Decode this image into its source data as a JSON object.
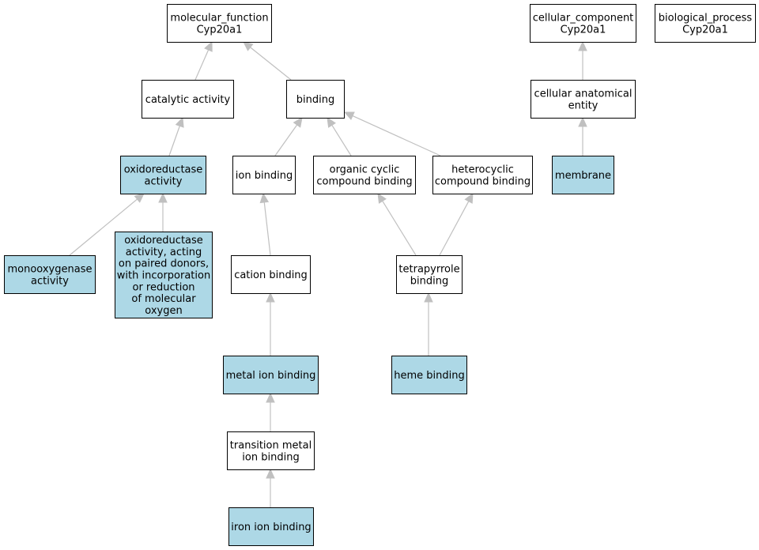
{
  "colors": {
    "highlight": "#add8e6",
    "plain": "#ffffff",
    "edge": "#c0c0c0",
    "border": "#000000"
  },
  "nodes": [
    {
      "id": "molecular_function",
      "lines": [
        "molecular_function",
        "Cyp20a1"
      ],
      "highlight": false
    },
    {
      "id": "cellular_component",
      "lines": [
        "cellular_component",
        "Cyp20a1"
      ],
      "highlight": false
    },
    {
      "id": "biological_process",
      "lines": [
        "biological_process",
        "Cyp20a1"
      ],
      "highlight": false
    },
    {
      "id": "catalytic_activity",
      "lines": [
        "catalytic activity"
      ],
      "highlight": false
    },
    {
      "id": "binding",
      "lines": [
        "binding"
      ],
      "highlight": false
    },
    {
      "id": "cellular_anatomical_entity",
      "lines": [
        "cellular anatomical",
        "entity"
      ],
      "highlight": false
    },
    {
      "id": "oxidoreductase_activity",
      "lines": [
        "oxidoreductase",
        "activity"
      ],
      "highlight": true
    },
    {
      "id": "ion_binding",
      "lines": [
        "ion binding"
      ],
      "highlight": false
    },
    {
      "id": "organic_cyclic_compound_binding",
      "lines": [
        "organic cyclic",
        "compound binding"
      ],
      "highlight": false
    },
    {
      "id": "heterocyclic_compound_binding",
      "lines": [
        "heterocyclic",
        "compound binding"
      ],
      "highlight": false
    },
    {
      "id": "membrane",
      "lines": [
        "membrane"
      ],
      "highlight": true
    },
    {
      "id": "monooxygenase_activity",
      "lines": [
        "monooxygenase",
        "activity"
      ],
      "highlight": true
    },
    {
      "id": "oxidoreductase_paired_donors",
      "lines": [
        "oxidoreductase",
        "activity, acting",
        "on paired donors,",
        "with incorporation",
        "or reduction",
        "of molecular",
        "oxygen"
      ],
      "highlight": true
    },
    {
      "id": "cation_binding",
      "lines": [
        "cation binding"
      ],
      "highlight": false
    },
    {
      "id": "tetrapyrrole_binding",
      "lines": [
        "tetrapyrrole",
        "binding"
      ],
      "highlight": false
    },
    {
      "id": "metal_ion_binding",
      "lines": [
        "metal ion binding"
      ],
      "highlight": true
    },
    {
      "id": "heme_binding",
      "lines": [
        "heme binding"
      ],
      "highlight": true
    },
    {
      "id": "transition_metal_ion_binding",
      "lines": [
        "transition metal",
        "ion binding"
      ],
      "highlight": false
    },
    {
      "id": "iron_ion_binding",
      "lines": [
        "iron ion binding"
      ],
      "highlight": true
    }
  ],
  "edges": [
    {
      "from": "catalytic_activity",
      "to": "molecular_function"
    },
    {
      "from": "binding",
      "to": "molecular_function"
    },
    {
      "from": "cellular_anatomical_entity",
      "to": "cellular_component"
    },
    {
      "from": "oxidoreductase_activity",
      "to": "catalytic_activity"
    },
    {
      "from": "ion_binding",
      "to": "binding"
    },
    {
      "from": "organic_cyclic_compound_binding",
      "to": "binding"
    },
    {
      "from": "heterocyclic_compound_binding",
      "to": "binding"
    },
    {
      "from": "membrane",
      "to": "cellular_anatomical_entity"
    },
    {
      "from": "monooxygenase_activity",
      "to": "oxidoreductase_activity"
    },
    {
      "from": "oxidoreductase_paired_donors",
      "to": "oxidoreductase_activity"
    },
    {
      "from": "cation_binding",
      "to": "ion_binding"
    },
    {
      "from": "tetrapyrrole_binding",
      "to": "organic_cyclic_compound_binding"
    },
    {
      "from": "tetrapyrrole_binding",
      "to": "heterocyclic_compound_binding"
    },
    {
      "from": "metal_ion_binding",
      "to": "cation_binding"
    },
    {
      "from": "heme_binding",
      "to": "tetrapyrrole_binding"
    },
    {
      "from": "transition_metal_ion_binding",
      "to": "metal_ion_binding"
    },
    {
      "from": "iron_ion_binding",
      "to": "transition_metal_ion_binding"
    }
  ]
}
